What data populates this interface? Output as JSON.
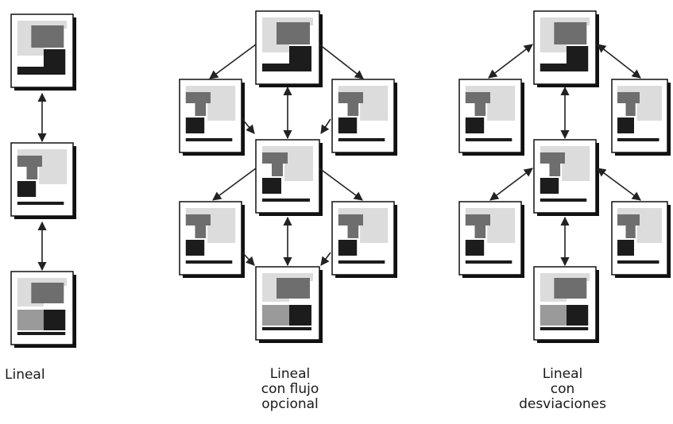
{
  "captions": {
    "linear": [
      "Lineal"
    ],
    "optional_flow": [
      "Lineal",
      "con flujo",
      "opcional"
    ],
    "deviations": [
      "Lineal",
      "con",
      "desviaciones"
    ]
  },
  "colors": {
    "page_fill": "#ffffff",
    "page_shadow": "#111111",
    "block_dark": "#1c1c1c",
    "block_mid": "#6e6e6e",
    "block_light": "#dcdcdc",
    "block_gray": "#9a9a9a",
    "arrow": "#222222"
  },
  "diagrams": [
    {
      "name": "linear",
      "pages": 3,
      "links": 2
    },
    {
      "name": "optional_flow",
      "pages": 7,
      "links": 10
    },
    {
      "name": "deviations",
      "pages": 7,
      "links": 6
    }
  ]
}
